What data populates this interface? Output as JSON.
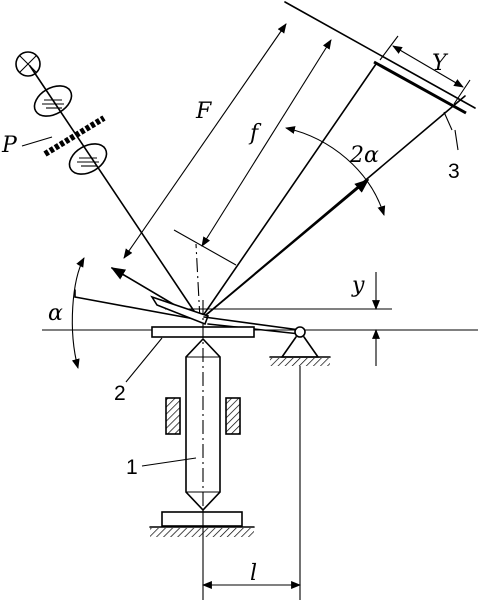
{
  "labels": {
    "F": "F",
    "f": "f",
    "Y": "Y",
    "two_alpha": "2α",
    "three": "3",
    "P": "P",
    "alpha": "α",
    "y": "y",
    "two": "2",
    "one": "1",
    "l": "l"
  }
}
